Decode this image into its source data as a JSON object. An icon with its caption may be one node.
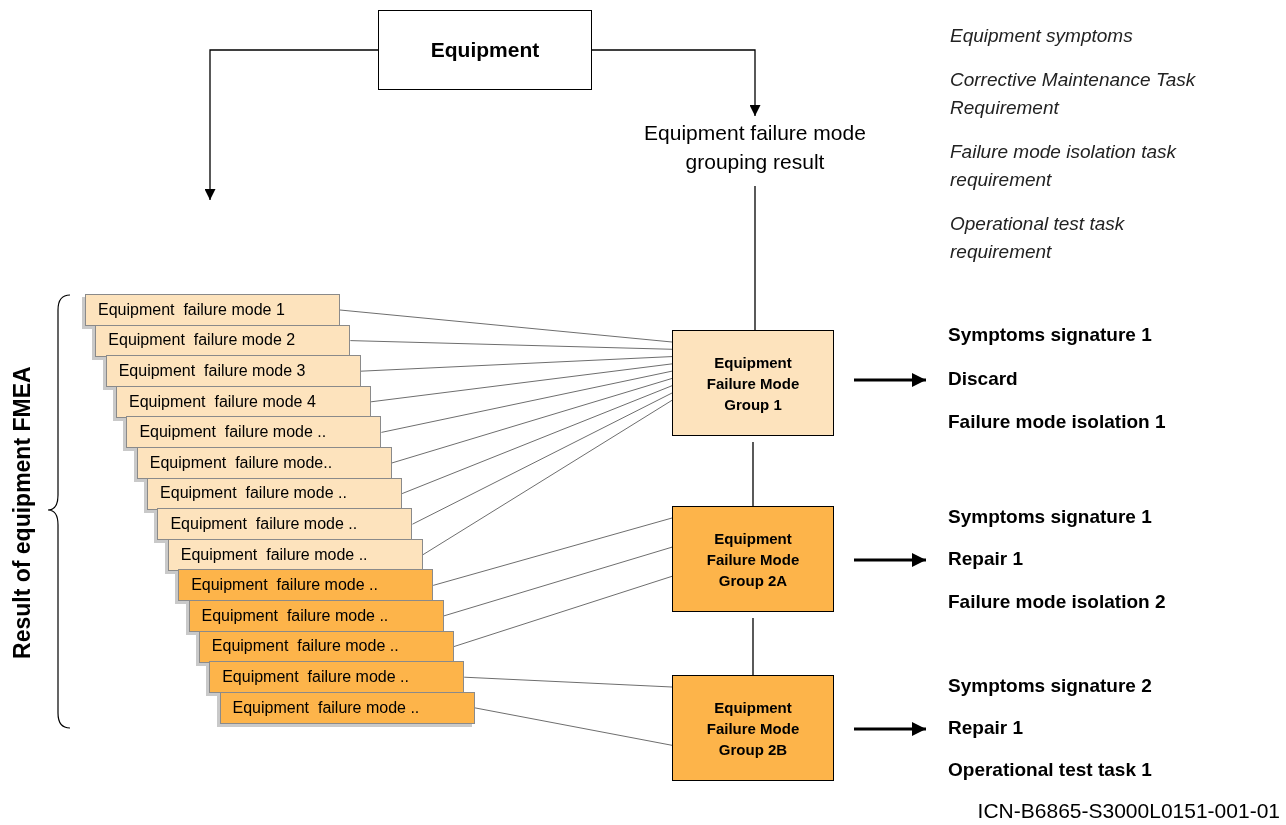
{
  "diagram": {
    "nodes": [
      {
        "text": [
          "Equipment"
        ]
      },
      {
        "text": [
          "Equipment failure mode grouping result"
        ]
      },
      {
        "text": [
          "Equipment  failure mode 1"
        ]
      },
      {
        "text": [
          "Equipment  failure mode 2"
        ]
      },
      {
        "text": [
          "Equipment  failure mode 3"
        ]
      },
      {
        "text": [
          "Equipment  failure mode 4"
        ]
      },
      {
        "text": [
          "Equipment  failure mode .."
        ]
      },
      {
        "text": [
          "Equipment  failure mode.."
        ]
      },
      {
        "text": [
          "Equipment  failure mode .."
        ]
      },
      {
        "text": [
          "Equipment  failure mode .."
        ]
      },
      {
        "text": [
          "Equipment  failure mode .."
        ]
      },
      {
        "text": [
          "Equipment  failure mode .."
        ]
      },
      {
        "text": [
          "Equipment  failure mode .."
        ]
      },
      {
        "text": [
          "Equipment  failure mode .."
        ]
      },
      {
        "text": [
          "Equipment  failure mode .."
        ]
      },
      {
        "text": [
          "Equipment  failure mode .."
        ]
      },
      {
        "text": [
          "Equipment Failure Mode Group 1"
        ]
      },
      {
        "text": [
          "Equipment Failure Mode Group 2A"
        ]
      },
      {
        "text": [
          "Equipment Failure Mode Group 2B"
        ]
      },
      {
        "text": [
          "Symptoms signature 1"
        ]
      },
      {
        "text": [
          "Discard"
        ]
      },
      {
        "text": [
          "Failure mode isolation 1"
        ]
      },
      {
        "text": [
          "Symptoms signature 1"
        ]
      },
      {
        "text": [
          "Repair 1"
        ]
      },
      {
        "text": [
          "Failure mode isolation 2"
        ]
      },
      {
        "text": [
          "Symptoms signature 2"
        ]
      },
      {
        "text": [
          "Repair 1"
        ]
      },
      {
        "text": [
          "Operational test task 1"
        ]
      }
    ],
    "edges": [
      {
        "from": 0,
        "to": null,
        "arrow": "to",
        "color": "#000000"
      },
      {
        "from": 0,
        "to": 1,
        "arrow": "to",
        "color": "#000000"
      },
      {
        "from": 1,
        "to": 16,
        "arrow": "none",
        "color": "#000000"
      },
      {
        "from": 16,
        "to": 17,
        "arrow": "none",
        "color": "#000000"
      },
      {
        "from": 17,
        "to": 18,
        "arrow": "none",
        "color": "#000000"
      },
      {
        "from": 2,
        "to": 16,
        "arrow": "none"
      },
      {
        "from": 3,
        "to": 16,
        "arrow": "none"
      },
      {
        "from": 4,
        "to": 16,
        "arrow": "none"
      },
      {
        "from": 5,
        "to": 16,
        "arrow": "none"
      },
      {
        "from": 6,
        "to": 16,
        "arrow": "none"
      },
      {
        "from": 7,
        "to": 16,
        "arrow": "none"
      },
      {
        "from": 8,
        "to": 16,
        "arrow": "none"
      },
      {
        "from": 9,
        "to": 16,
        "arrow": "none"
      },
      {
        "from": 10,
        "to": 16,
        "arrow": "none"
      },
      {
        "from": 11,
        "to": 17,
        "arrow": "none"
      },
      {
        "from": 12,
        "to": 17,
        "arrow": "none"
      },
      {
        "from": 13,
        "to": 17,
        "arrow": "none"
      },
      {
        "from": 14,
        "to": 18,
        "arrow": "none"
      },
      {
        "from": 15,
        "to": 18,
        "arrow": "none"
      },
      {
        "from": 16,
        "to": 20,
        "arrow": "to",
        "style": "thick",
        "color": "#000000"
      },
      {
        "from": 17,
        "to": 23,
        "arrow": "to",
        "style": "thick",
        "color": "#000000"
      },
      {
        "from": 18,
        "to": 26,
        "arrow": "to",
        "style": "thick",
        "color": "#000000"
      }
    ],
    "labels": [
      "Equipment symptoms",
      "Corrective Maintenance Task Requirement",
      "Failure mode isolation task requirement",
      "Operational test task requirement",
      "Result of equipment FMEA",
      "ICN-B6865-S3000L0151-001-01"
    ]
  }
}
